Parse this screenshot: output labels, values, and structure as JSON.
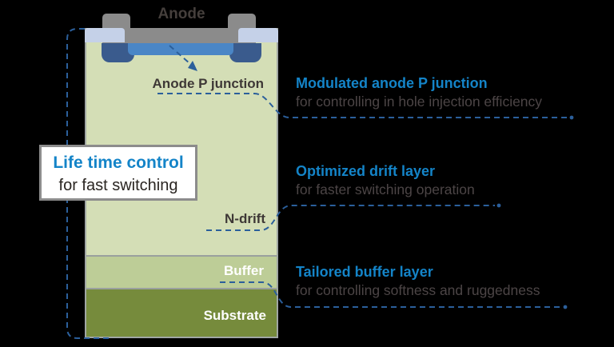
{
  "diagram": {
    "anode_label": "Anode",
    "device_labels": {
      "anode_p_junction": "Anode P junction",
      "n_drift": "N-drift",
      "buffer": "Buffer",
      "substrate": "Substrate"
    },
    "callout_box": {
      "title": "Life time control",
      "subtitle": "for fast switching"
    },
    "annotations": [
      {
        "title": "Modulated anode P junction",
        "subtitle": "for controlling in hole injection efficiency"
      },
      {
        "title": "Optimized drift layer",
        "subtitle": "for faster switching operation"
      },
      {
        "title": "Tailored buffer layer",
        "subtitle": "for controlling softness and ruggedness"
      }
    ],
    "colors": {
      "background": "#000000",
      "drift_body_green": "#d4deb6",
      "buffer_green": "#bdcd97",
      "substrate_green": "#768b3c",
      "metal_gray": "#8b8b8b",
      "passivation_lavender": "#c5d1e8",
      "p_junction_blue": "#4a86c6",
      "p_well_dark_blue": "#3a5b8d",
      "leader_line_blue": "#2b5f9b",
      "heading_blue": "#1484c8",
      "dark_text": "#3e3836",
      "gray_text": "#4c4546"
    }
  }
}
